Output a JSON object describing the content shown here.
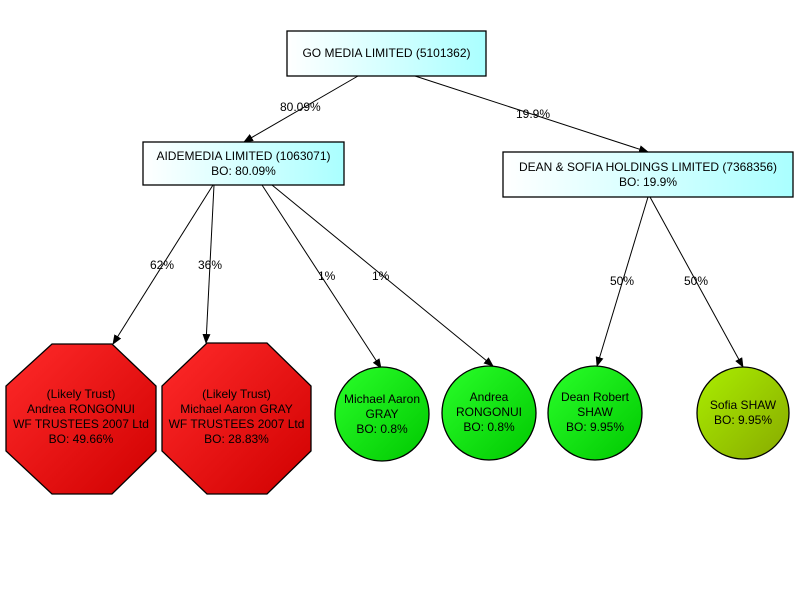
{
  "nodes": {
    "go_media": {
      "lines": [
        "GO MEDIA LIMITED (5101362)"
      ]
    },
    "aidemedia": {
      "lines": [
        "AIDEMEDIA LIMITED (1063071)",
        "BO: 80.09%"
      ]
    },
    "dean_sofia_holdings": {
      "lines": [
        "DEAN & SOFIA HOLDINGS LIMITED (7368356)",
        "BO: 19.9%"
      ]
    },
    "rongonui_trust": {
      "lines": [
        "(Likely Trust)",
        "Andrea RONGONUI",
        "WF TRUSTEES 2007 Ltd",
        "BO: 49.66%"
      ]
    },
    "gray_trust": {
      "lines": [
        "(Likely Trust)",
        "Michael Aaron GRAY",
        "WF TRUSTEES 2007 Ltd",
        "BO: 28.83%"
      ]
    },
    "michael_gray": {
      "lines": [
        "Michael Aaron",
        "GRAY",
        "BO: 0.8%"
      ]
    },
    "andrea_rongonui": {
      "lines": [
        "Andrea",
        "RONGONUI",
        "BO: 0.8%"
      ]
    },
    "dean_shaw": {
      "lines": [
        "Dean Robert",
        "SHAW",
        "BO: 9.95%"
      ]
    },
    "sofia_shaw": {
      "lines": [
        "Sofia SHAW",
        "BO: 9.95%"
      ]
    }
  },
  "edges": {
    "go_to_aidemedia": "80.09%",
    "go_to_dean_sofia": "19.9%",
    "aidemedia_to_rongonui_trust": "62%",
    "aidemedia_to_gray_trust": "36%",
    "aidemedia_to_michael_gray": "1%",
    "aidemedia_to_andrea_rongonui": "1%",
    "dean_sofia_to_dean_shaw": "50%",
    "dean_sofia_to_sofia_shaw": "50%"
  },
  "colors": {
    "company_fill_start": "#ffffff",
    "company_fill_end": "#aaffff",
    "trust_fill_start": "#ff2a2a",
    "trust_fill_end": "#d00000",
    "person_fill_start": "#2aff2a",
    "person_fill_end": "#00c800",
    "person_alt_fill_start": "#aaee00",
    "person_alt_fill_end": "#88aa00",
    "stroke": "#000000"
  }
}
